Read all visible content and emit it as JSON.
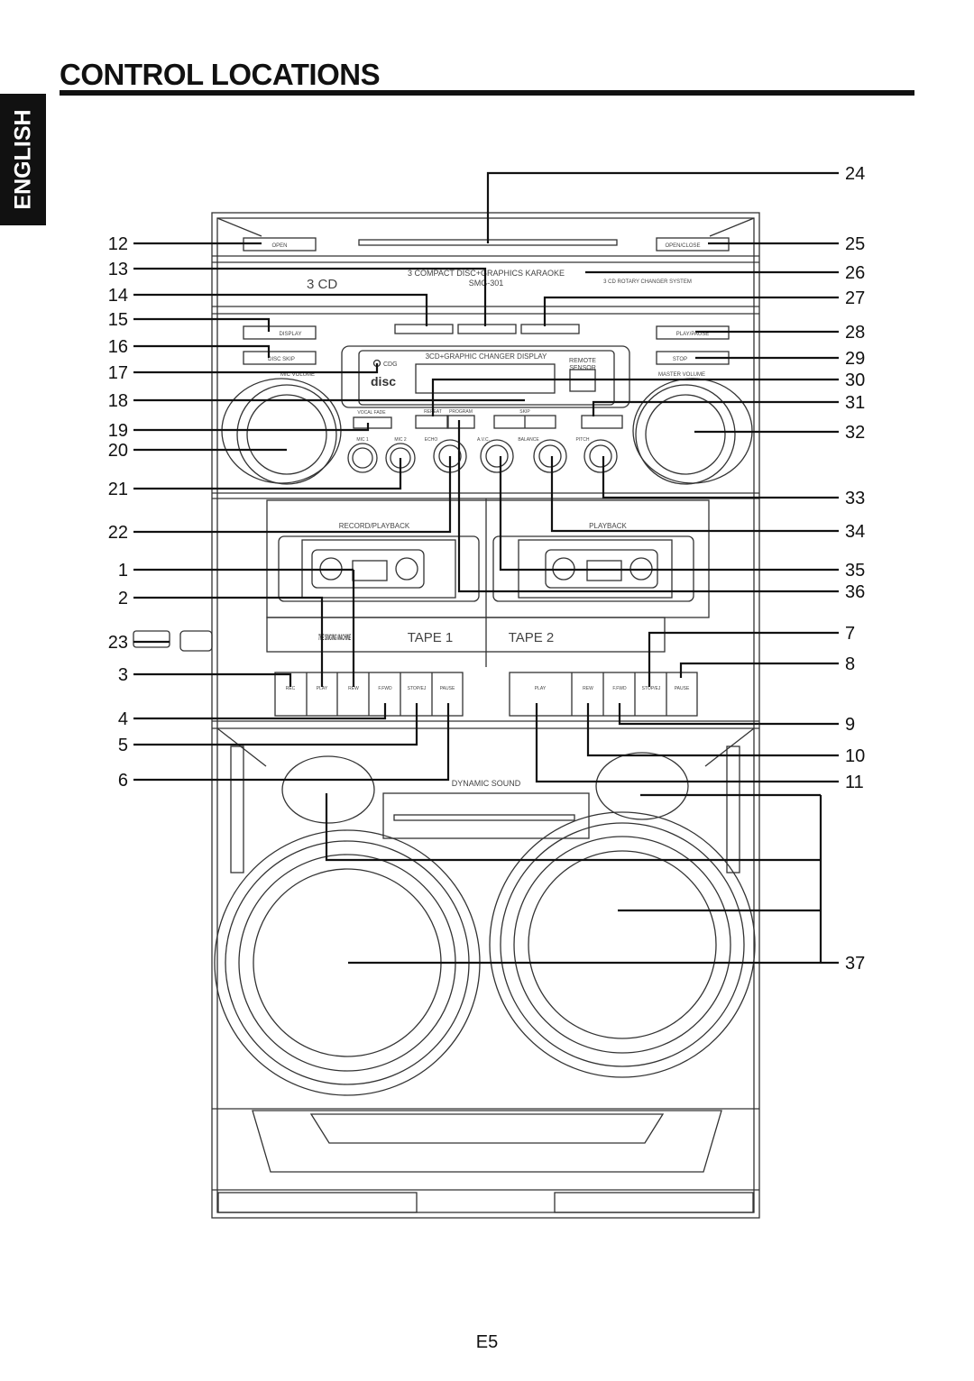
{
  "header": {
    "title": "CONTROL LOCATIONS",
    "language_tab": "ENGLISH"
  },
  "footer": {
    "page_number": "E5"
  },
  "callouts": {
    "left": [
      "12",
      "13",
      "14",
      "15",
      "16",
      "17",
      "18",
      "19",
      "20",
      "21",
      "22",
      "1",
      "2",
      "23",
      "3",
      "4",
      "5",
      "6"
    ],
    "right": [
      "24",
      "25",
      "26",
      "27",
      "28",
      "29",
      "30",
      "31",
      "32",
      "33",
      "34",
      "35",
      "36",
      "7",
      "8",
      "9",
      "10",
      "11",
      "37"
    ]
  },
  "device": {
    "open_close_left": "OPEN",
    "open_close_right": "OPEN/CLOSE",
    "brand_badge": "3 CD",
    "model_line": "3 COMPACT DISC+GRAPHICS KARAOKE",
    "model_number": "SMG-301",
    "changer_text": "3 CD ROTARY CHANGER SYSTEM",
    "display_btn": "DISPLAY",
    "disc_skip_btn": "DISC SKIP",
    "play_pause_btn": "PLAY/PAUSE",
    "stop_btn": "STOP",
    "mic_volume": "MIC VOLUME",
    "master_volume": "MASTER VOLUME",
    "display_title": "3CD+GRAPHIC CHANGER DISPLAY",
    "cdg": "CDG",
    "compact_disc": "disc",
    "remote_sensor_1": "REMOTE",
    "remote_sensor_2": "SENSOR",
    "repeat": "REPEAT",
    "program": "PROGRAM",
    "skip": "SKIP",
    "vocal_fade": "VOCAL FADE",
    "mic1": "MIC 1",
    "mic2": "MIC 2",
    "echo": "ECHO",
    "avc": "A.V.C.",
    "balance": "BALANCE",
    "pitch": "PITCH",
    "record_playback": "RECORD/PLAYBACK",
    "playback": "PLAYBACK",
    "tape1": "TAPE 1",
    "tape2": "TAPE 2",
    "logo": "THE SINGING MACHINE",
    "deck1_buttons": [
      "REC",
      "PLAY",
      "REW",
      "F.FWD",
      "STOP/EJ",
      "PAUSE"
    ],
    "deck2_buttons": [
      "PLAY",
      "REW",
      "F.FWD",
      "STOP/EJ",
      "PAUSE"
    ],
    "dynamic_sound": "DYNAMIC SOUND"
  }
}
